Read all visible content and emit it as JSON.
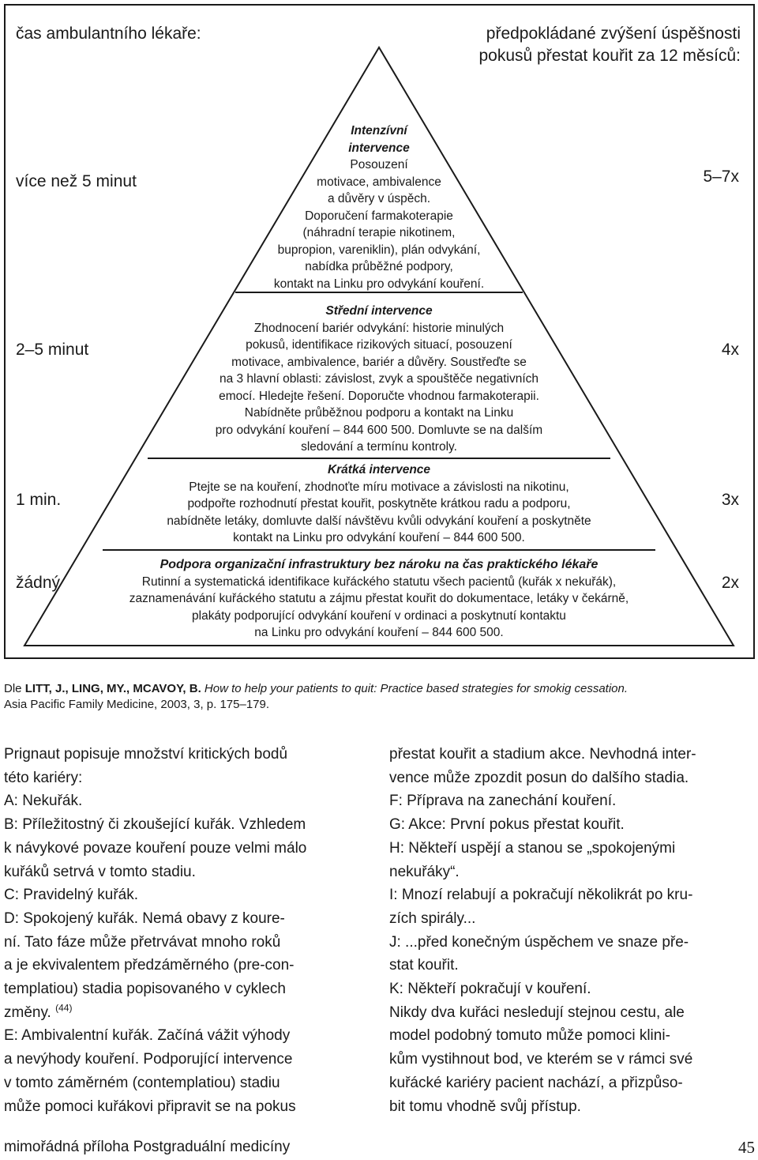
{
  "header": {
    "left": "čas ambulantního lékaře:",
    "right_lines": [
      "předpokládané zvýšení úspěšnosti",
      "pokusů přestat kouřit za 12 měsíců:"
    ]
  },
  "rows": [
    {
      "time": "více než 5 minut",
      "gain": "5–7x"
    },
    {
      "time": "2–5 minut",
      "gain": "4x"
    },
    {
      "time": "1 min.",
      "gain": "3x"
    },
    {
      "time": "žádný",
      "gain": "2x"
    }
  ],
  "tiers": {
    "intensive": {
      "title_lines": [
        "Intenzívní",
        "intervence"
      ],
      "lines": [
        "Posouzení",
        "motivace, ambivalence",
        "a důvěry v úspěch.",
        "Doporučení farmakoterapie",
        "(náhradní terapie nikotinem,",
        "bupropion, vareniklin), plán odvykání,",
        "nabídka průběžné podpory,",
        "kontakt na Linku pro odvykání kouření."
      ]
    },
    "medium": {
      "title": "Střední intervence",
      "lines": [
        "Zhodnocení bariér odvykání: historie minulých",
        "pokusů, identifikace rizikových situací, posouzení",
        "motivace, ambivalence, bariér a důvěry. Soustřeďte se",
        "na 3 hlavní oblasti: závislost, zvyk a spouštěče negativních",
        "emocí. Hledejte řešení. Doporučte vhodnou farmakoterapii.",
        "Nabídněte průběžnou podporu a kontakt na Linku",
        "pro odvykání kouření – 844 600 500. Domluvte se na dalším",
        "sledování a termínu kontroly."
      ]
    },
    "short": {
      "title": "Krátká intervence",
      "lines": [
        "Ptejte se na kouření, zhodnoťte míru motivace a závislosti na nikotinu,",
        "podpořte rozhodnutí přestat kouřit, poskytněte krátkou radu a podporu,",
        "nabídněte letáky, domluvte další návštěvu kvůli odvykání kouření a poskytněte",
        "kontakt na Linku pro odvykání kouření – 844 600 500."
      ]
    },
    "infra": {
      "title": "Podpora organizační infrastruktury bez nároku na čas praktického lékaře",
      "lines": [
        "Rutinní a systematická identifikace kuřáckého statutu všech pacientů (kuřák x nekuřák),",
        "zaznamenávání kuřáckého statutu a zájmu přestat kouřit do dokumentace, letáky v čekárně,",
        "plakáty podporující odvykání kouření v ordinaci a poskytnutí kontaktu",
        "na Linku pro odvykání kouření – 844 600 500."
      ]
    }
  },
  "source": {
    "prefix": "Dle ",
    "authors": "LITT, J., LING, MY., MCAVOY, B.",
    "title": " How to help your patients to quit: Practice based strategies for smokig cessation.",
    "line2": "Asia Pacific Family Medicine, 2003, 3, p. 175–179."
  },
  "body_left": [
    "Prignaut popisuje množství kritických bodů",
    "této kariéry:",
    "A: Nekuřák.",
    "B: Příležitostný či zkoušející kuřák. Vzhledem",
    "k návykové povaze kouření pouze velmi málo",
    "kuřáků setrvá v tomto stadiu.",
    "C: Pravidelný kuřák.",
    "D: Spokojený kuřák. Nemá obavy z koure-",
    "ní. Tato fáze může přetrvávat mnoho roků",
    "a je ekvivalentem předzáměrného (pre-con-",
    "templatiou) stadia popisovaného v cyklech",
    "změny.",
    "E: Ambivalentní kuřák. Začíná vážit výhody",
    "a nevýhody kouření. Podporující intervence",
    "v tomto záměrném (contemplatiou) stadiu",
    "může pomoci kuřákovi připravit se na pokus"
  ],
  "body_left_sup": "(44)",
  "body_right": [
    "přestat kouřit a stadium akce. Nevhodná inter-",
    "vence může zpozdit posun do dalšího stadia.",
    "F: Příprava na zanechání kouření.",
    "G: Akce: První pokus přestat kouřit.",
    "H: Někteří uspějí a stanou se „spokojenými",
    "nekuřáky“.",
    "I: Mnozí relabují a pokračují několikrát po kru-",
    "zích spirály...",
    "J: ...před konečným úspěchem ve snaze pře-",
    "stat kouřit.",
    "K: Někteří pokračují v kouření.",
    "Nikdy dva kuřáci nesledují stejnou cestu, ale",
    "model podobný tomuto může pomoci klini-",
    "kům vystihnout bod, ve kterém se v rámci své",
    "kuřácké kariéry pacient nachází, a přizpůso-",
    "bit tomu vhodně svůj přístup."
  ],
  "footer": {
    "left": "mimořádná příloha Postgraduální medicíny",
    "page": "45"
  }
}
